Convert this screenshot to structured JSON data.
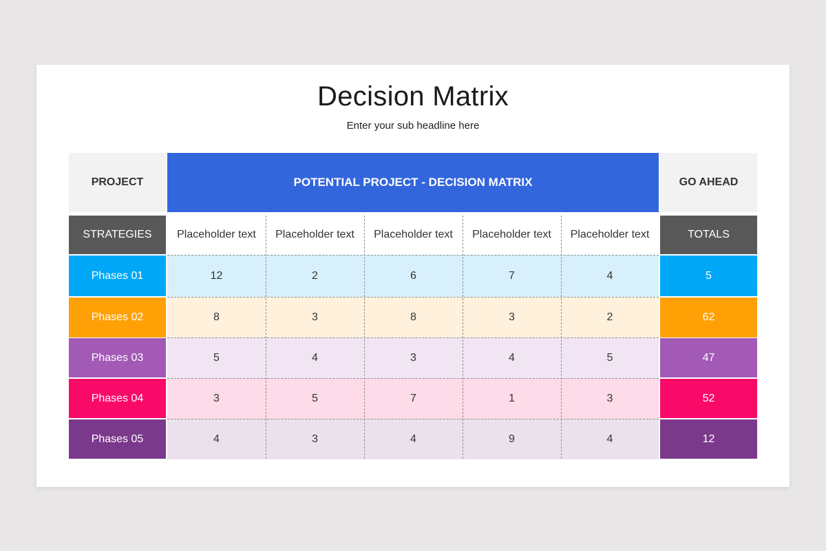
{
  "slide": {
    "title": "Decision Matrix",
    "subtitle": "Enter your sub headline here"
  },
  "table": {
    "header": {
      "project": "PROJECT",
      "main": "POTENTIAL PROJECT - DECISION MATRIX",
      "go_ahead": "GO AHEAD"
    },
    "subheader": {
      "strategies": "STRATEGIES",
      "columns": [
        "Placeholder text",
        "Placeholder text",
        "Placeholder text",
        "Placeholder text",
        "Placeholder text"
      ],
      "totals": "TOTALS"
    },
    "rows": [
      {
        "label": "Phases 01",
        "values": [
          "12",
          "2",
          "6",
          "7",
          "4"
        ],
        "total": "5",
        "color": "#00a8f7",
        "tint": "#d8f0fc"
      },
      {
        "label": "Phases 02",
        "values": [
          "8",
          "3",
          "8",
          "3",
          "2"
        ],
        "total": "62",
        "color": "#ffa007",
        "tint": "#fff1dc"
      },
      {
        "label": "Phases 03",
        "values": [
          "5",
          "4",
          "3",
          "4",
          "5"
        ],
        "total": "47",
        "color": "#a359b6",
        "tint": "#f1e5f4"
      },
      {
        "label": "Phases 04",
        "values": [
          "3",
          "5",
          "7",
          "1",
          "3"
        ],
        "total": "52",
        "color": "#f90a68",
        "tint": "#fddbe8"
      },
      {
        "label": "Phases 05",
        "values": [
          "4",
          "3",
          "4",
          "9",
          "4"
        ],
        "total": "12",
        "color": "#7a398b",
        "tint": "#ebe1ed"
      }
    ]
  },
  "colors": {
    "header_blue": "#3366dd",
    "header_gray": "#f2f2f2",
    "dark_gray": "#585858",
    "page_bg": "#e8e6e7"
  }
}
